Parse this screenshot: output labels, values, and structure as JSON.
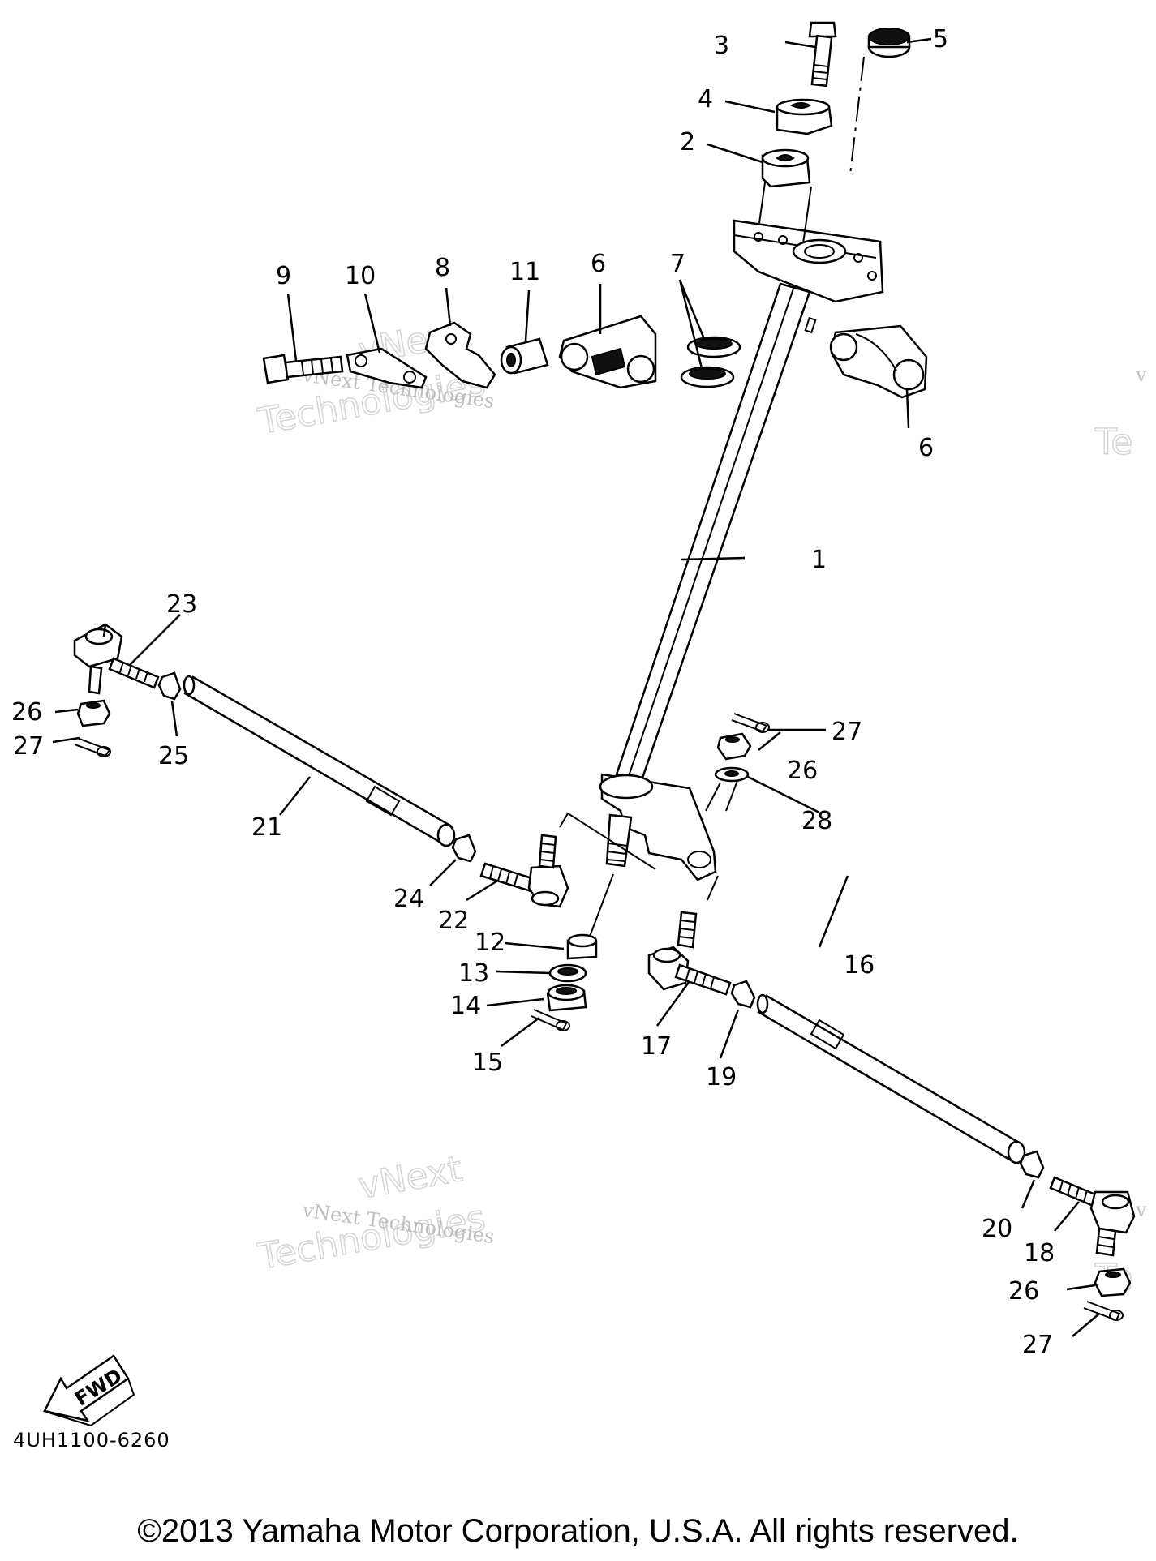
{
  "diagram": {
    "part_code": "4UH1100-6260",
    "copyright": "©2013 Yamaha Motor Corporation, U.S.A. All rights reserved.",
    "fwd_label": "FWD",
    "watermark": {
      "line1": "vNext Technologies",
      "line2": "vNext",
      "line3": "Technologies",
      "edge_v": "v",
      "edge_te": "Te"
    },
    "callouts": [
      {
        "n": "1"
      },
      {
        "n": "2"
      },
      {
        "n": "3"
      },
      {
        "n": "4"
      },
      {
        "n": "5"
      },
      {
        "n": "6"
      },
      {
        "n": "6"
      },
      {
        "n": "7"
      },
      {
        "n": "8"
      },
      {
        "n": "9"
      },
      {
        "n": "10"
      },
      {
        "n": "11"
      },
      {
        "n": "12"
      },
      {
        "n": "13"
      },
      {
        "n": "14"
      },
      {
        "n": "15"
      },
      {
        "n": "16"
      },
      {
        "n": "17"
      },
      {
        "n": "18"
      },
      {
        "n": "19"
      },
      {
        "n": "20"
      },
      {
        "n": "21"
      },
      {
        "n": "22"
      },
      {
        "n": "23"
      },
      {
        "n": "24"
      },
      {
        "n": "25"
      },
      {
        "n": "26"
      },
      {
        "n": "26"
      },
      {
        "n": "26"
      },
      {
        "n": "27"
      },
      {
        "n": "27"
      },
      {
        "n": "27"
      },
      {
        "n": "28"
      }
    ]
  }
}
